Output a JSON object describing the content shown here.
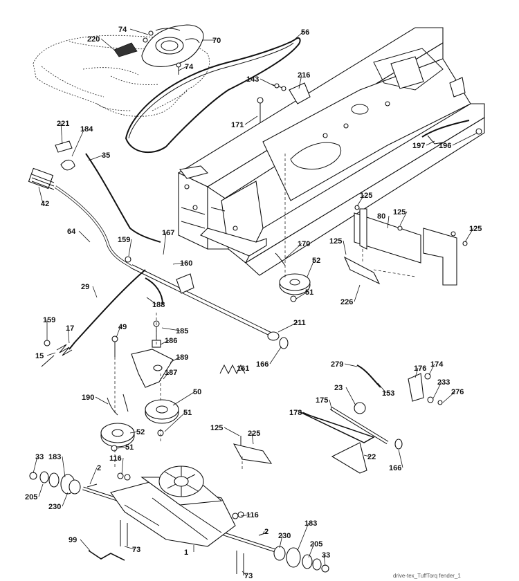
{
  "diagram": {
    "footer": "drive-tex_TuffTorq fender_1",
    "callouts": [
      {
        "id": "c74a",
        "label": "74"
      },
      {
        "id": "c220",
        "label": "220"
      },
      {
        "id": "c70",
        "label": "70"
      },
      {
        "id": "c56",
        "label": "56"
      },
      {
        "id": "c74b",
        "label": "74"
      },
      {
        "id": "c143",
        "label": "143"
      },
      {
        "id": "c216",
        "label": "216"
      },
      {
        "id": "c171",
        "label": "171"
      },
      {
        "id": "c221",
        "label": "221"
      },
      {
        "id": "c184",
        "label": "184"
      },
      {
        "id": "c35",
        "label": "35"
      },
      {
        "id": "c42",
        "label": "42"
      },
      {
        "id": "c197",
        "label": "197"
      },
      {
        "id": "c196",
        "label": "196"
      },
      {
        "id": "c125a",
        "label": "125"
      },
      {
        "id": "c80",
        "label": "80"
      },
      {
        "id": "c125b",
        "label": "125"
      },
      {
        "id": "c125c",
        "label": "125"
      },
      {
        "id": "c125d",
        "label": "125"
      },
      {
        "id": "c64",
        "label": "64"
      },
      {
        "id": "c159a",
        "label": "159"
      },
      {
        "id": "c167",
        "label": "167"
      },
      {
        "id": "c160",
        "label": "160"
      },
      {
        "id": "c170",
        "label": "170"
      },
      {
        "id": "c52a",
        "label": "52"
      },
      {
        "id": "c226",
        "label": "226"
      },
      {
        "id": "c51a",
        "label": "51"
      },
      {
        "id": "c29",
        "label": "29"
      },
      {
        "id": "c188",
        "label": "188"
      },
      {
        "id": "c211",
        "label": "211"
      },
      {
        "id": "c159b",
        "label": "159"
      },
      {
        "id": "c17",
        "label": "17"
      },
      {
        "id": "c49",
        "label": "49"
      },
      {
        "id": "c185",
        "label": "185"
      },
      {
        "id": "c186",
        "label": "186"
      },
      {
        "id": "c15",
        "label": "15"
      },
      {
        "id": "c166a",
        "label": "166"
      },
      {
        "id": "c189",
        "label": "189"
      },
      {
        "id": "c161",
        "label": "161"
      },
      {
        "id": "c279",
        "label": "279"
      },
      {
        "id": "c176",
        "label": "176"
      },
      {
        "id": "c174",
        "label": "174"
      },
      {
        "id": "c187",
        "label": "187"
      },
      {
        "id": "c23",
        "label": "23"
      },
      {
        "id": "c153",
        "label": "153"
      },
      {
        "id": "c233",
        "label": "233"
      },
      {
        "id": "c50",
        "label": "50"
      },
      {
        "id": "c276",
        "label": "276"
      },
      {
        "id": "c190",
        "label": "190"
      },
      {
        "id": "c175",
        "label": "175"
      },
      {
        "id": "c51b",
        "label": "51"
      },
      {
        "id": "c178",
        "label": "178"
      },
      {
        "id": "c52b",
        "label": "52"
      },
      {
        "id": "c125e",
        "label": "125"
      },
      {
        "id": "c225",
        "label": "225"
      },
      {
        "id": "c51c",
        "label": "51"
      },
      {
        "id": "c22",
        "label": "22"
      },
      {
        "id": "c33a",
        "label": "33"
      },
      {
        "id": "c183a",
        "label": "183"
      },
      {
        "id": "c116a",
        "label": "116"
      },
      {
        "id": "c166b",
        "label": "166"
      },
      {
        "id": "c2a",
        "label": "2"
      },
      {
        "id": "c205a",
        "label": "205"
      },
      {
        "id": "c230a",
        "label": "230"
      },
      {
        "id": "c116b",
        "label": "116"
      },
      {
        "id": "c183b",
        "label": "183"
      },
      {
        "id": "c99",
        "label": "99"
      },
      {
        "id": "c2b",
        "label": "2"
      },
      {
        "id": "c230b",
        "label": "230"
      },
      {
        "id": "c205b",
        "label": "205"
      },
      {
        "id": "c73a",
        "label": "73"
      },
      {
        "id": "c1",
        "label": "1"
      },
      {
        "id": "c33b",
        "label": "33"
      },
      {
        "id": "c73b",
        "label": "73"
      }
    ]
  }
}
